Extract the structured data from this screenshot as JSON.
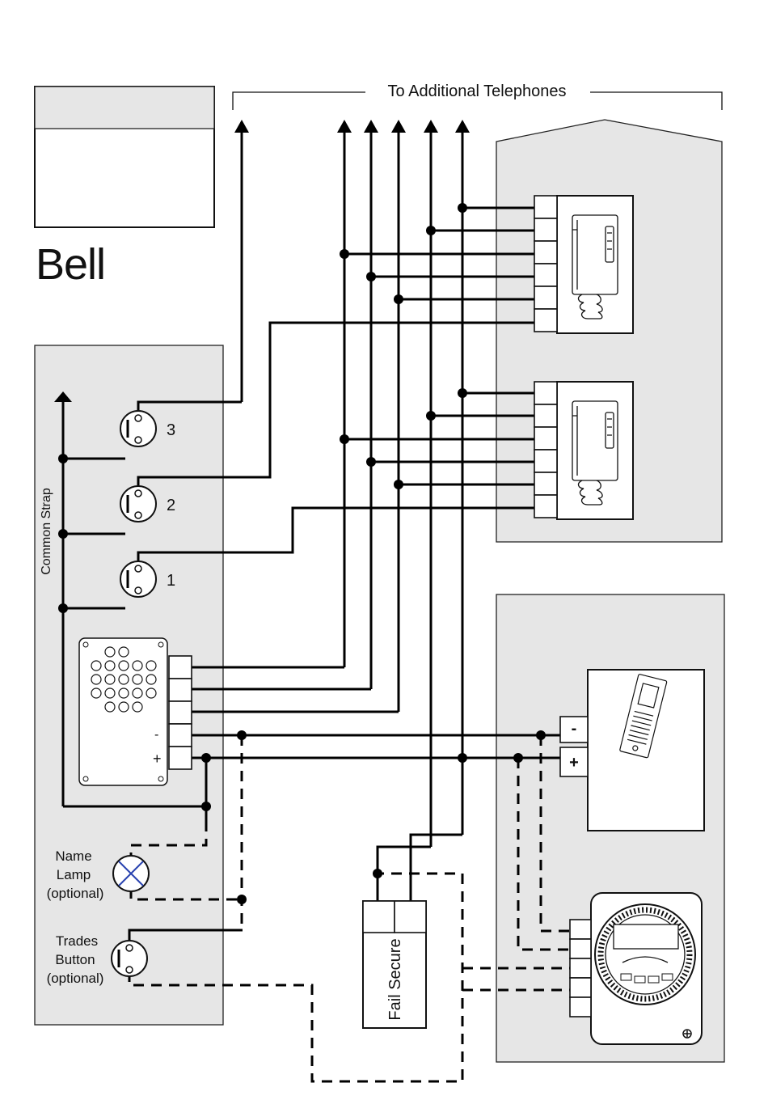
{
  "header": {
    "additional_phones_label": "To Additional Telephones"
  },
  "title_block": {
    "title": "Bell"
  },
  "entrance_panel": {
    "common_strap_label": "Common Strap",
    "buttons": [
      {
        "label": "3"
      },
      {
        "label": "2"
      },
      {
        "label": "1"
      }
    ],
    "speaker_minus_label": "-",
    "speaker_plus_label": "+",
    "name_lamp_label": [
      "Name",
      "Lamp",
      "(optional)"
    ],
    "trades_button_label": [
      "Trades",
      "Button",
      "(optional)"
    ]
  },
  "power_supply": {
    "minus_label": "-",
    "plus_label": "+"
  },
  "lock": {
    "label": "Fail Secure"
  }
}
